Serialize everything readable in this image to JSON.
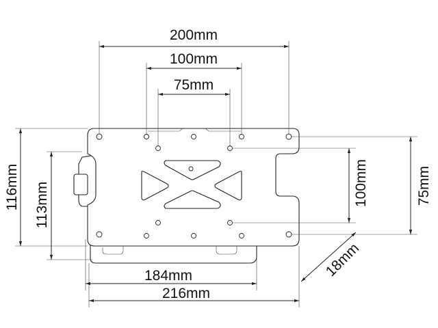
{
  "dimensions": {
    "width_outer": "200mm",
    "vesa_100_h": "100mm",
    "vesa_75_h": "75mm",
    "height_outer": "116mm",
    "height_inner": "113mm",
    "vesa_100_v": "100mm",
    "vesa_75_v": "75mm",
    "width_184": "184mm",
    "width_216": "216mm",
    "depth": "18mm"
  }
}
